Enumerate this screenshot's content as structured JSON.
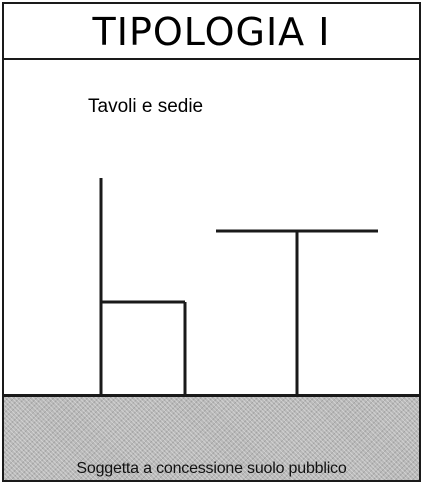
{
  "header": {
    "title": "TIPOLOGIA I"
  },
  "diagram": {
    "label": "Tavoli e sedie"
  },
  "ground": {
    "caption": "Soggetta a concessione suolo pubblico"
  },
  "colors": {
    "stroke": "#1a1a1a",
    "ground_fill": "#b9b9b9"
  }
}
